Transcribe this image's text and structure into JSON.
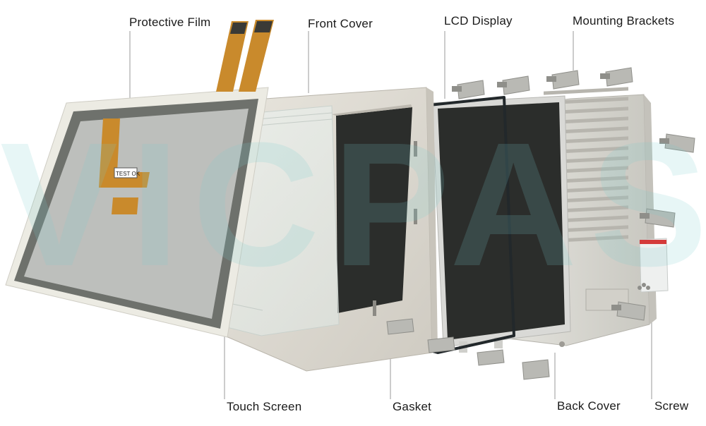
{
  "labels": {
    "protective_film": "Protective Film",
    "front_cover": "Front Cover",
    "lcd_display": "LCD Display",
    "mounting_brackets": "Mounting Brackets",
    "touch_screen": "Touch Screen",
    "gasket": "Gasket",
    "back_cover": "Back Cover",
    "screw": "Screw"
  },
  "watermark": "VICPAS",
  "flex_tag": "TEST OK",
  "colors": {
    "film_frame": "#ecebe3",
    "film_border": "#6e716c",
    "flex_cable": "#c98a2c",
    "cover": "#dcd8cf",
    "lcd_panel": "#2b2d2b",
    "gasket": "#22282b",
    "bracket": "#b9b9b4",
    "watermark": "#78cdcd"
  }
}
